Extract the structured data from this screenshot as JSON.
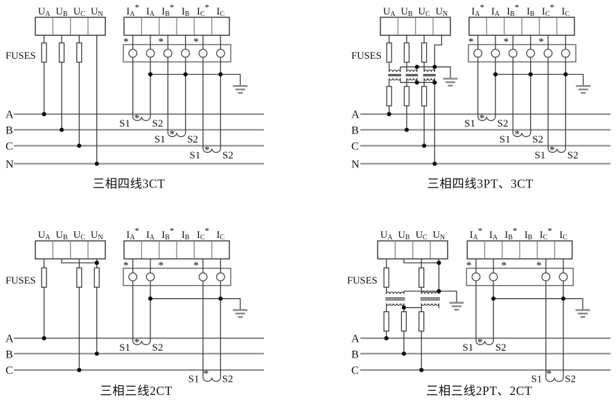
{
  "colors": {
    "line": "#3a3a3a",
    "phase_line": "#8c8c8c",
    "text": "#111111",
    "background": "#ffffff"
  },
  "symbols": {
    "ground": "earth-ground-three-bars",
    "fuse": "hollow-rectangle-fuse",
    "ct": "two-hump-coil",
    "pt": "double-coil-with-core-bars",
    "junction": "filled-dot"
  },
  "labels": {
    "fuses": "FUSES",
    "strip_star": "*",
    "ct": {
      "s1": "S1",
      "s2": "S2",
      "star": "*"
    },
    "voltage_terminals": [
      {
        "main": "U",
        "sub": "A"
      },
      {
        "main": "U",
        "sub": "B"
      },
      {
        "main": "U",
        "sub": "C"
      },
      {
        "main": "U",
        "sub": "N"
      }
    ],
    "current_terminals": [
      {
        "main": "I",
        "sub": "A",
        "sup": "*"
      },
      {
        "main": "I",
        "sub": "A",
        "sup": ""
      },
      {
        "main": "I",
        "sub": "B",
        "sup": "*"
      },
      {
        "main": "I",
        "sub": "B",
        "sup": ""
      },
      {
        "main": "I",
        "sub": "C",
        "sup": "*"
      },
      {
        "main": "I",
        "sub": "C",
        "sup": ""
      }
    ]
  },
  "panels": {
    "p1": {
      "caption": "三相四线3CT",
      "phases": [
        "A",
        "B",
        "C",
        "N"
      ]
    },
    "p2": {
      "caption": "三相四线3PT、3CT",
      "phases": [
        "A",
        "B",
        "C",
        "N"
      ]
    },
    "p3": {
      "caption": "三相三线2CT",
      "phases": [
        "A",
        "B",
        "C"
      ]
    },
    "p4": {
      "caption": "三相三线2PT、2CT",
      "phases": [
        "A",
        "B",
        "C"
      ]
    }
  }
}
